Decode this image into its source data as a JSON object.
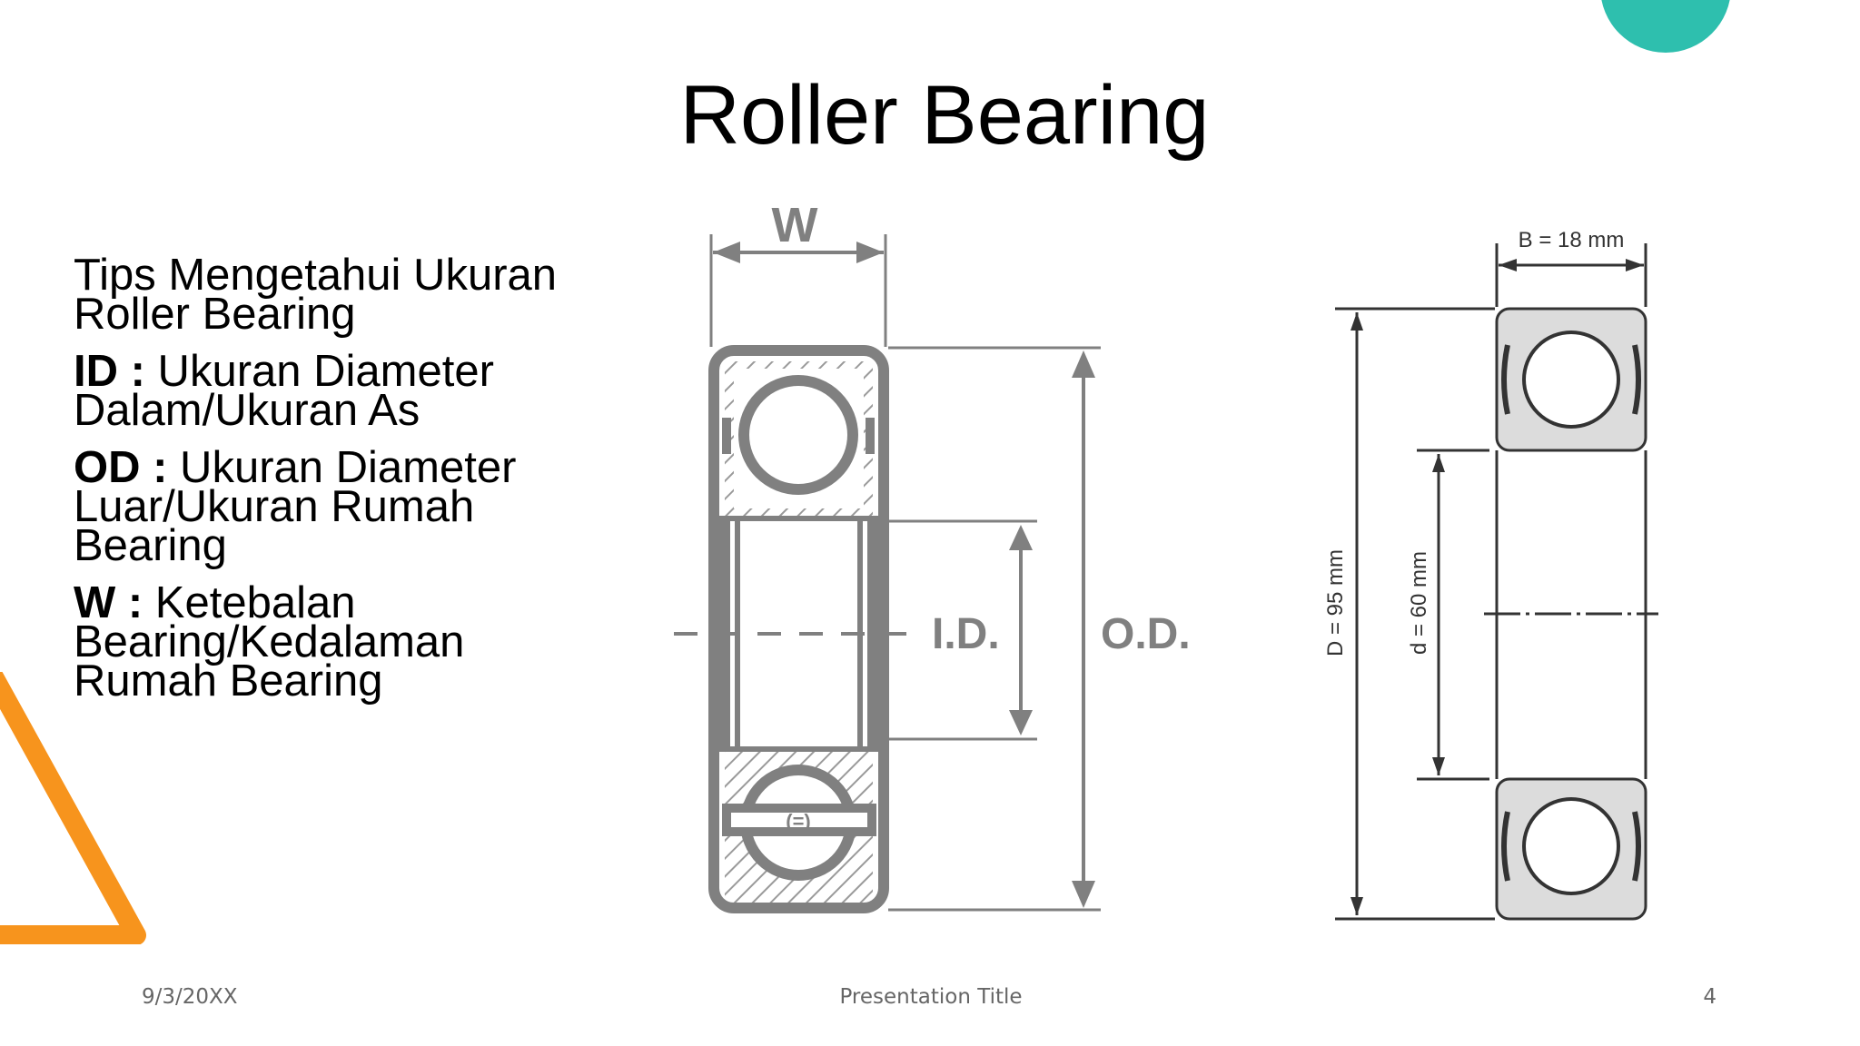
{
  "slide": {
    "title": "Roller Bearing",
    "content": {
      "heading": "Tips Mengetahui Ukuran Roller Bearing",
      "items": [
        {
          "term": "ID :",
          "text": " Ukuran Diameter Dalam/Ukuran As"
        },
        {
          "term": "OD :",
          "text": " Ukuran Diameter Luar/Ukuran Rumah Bearing"
        },
        {
          "term": "W :",
          "text": " Ketebalan Bearing/Kedalaman Rumah Bearing"
        }
      ]
    },
    "diagram_left": {
      "w_label": "W",
      "id_label": "I.D.",
      "od_label": "O.D."
    },
    "diagram_right": {
      "b_label": "B = 18 mm",
      "d_outer_label": "D = 95 mm",
      "d_inner_label": "d = 60 mm"
    },
    "footer": {
      "date": "9/3/20XX",
      "presentation_title": "Presentation Title",
      "page_number": "4"
    },
    "colors": {
      "accent_teal": "#2ebfae",
      "accent_orange": "#f7941d",
      "drawing_gray": "#808080"
    }
  }
}
